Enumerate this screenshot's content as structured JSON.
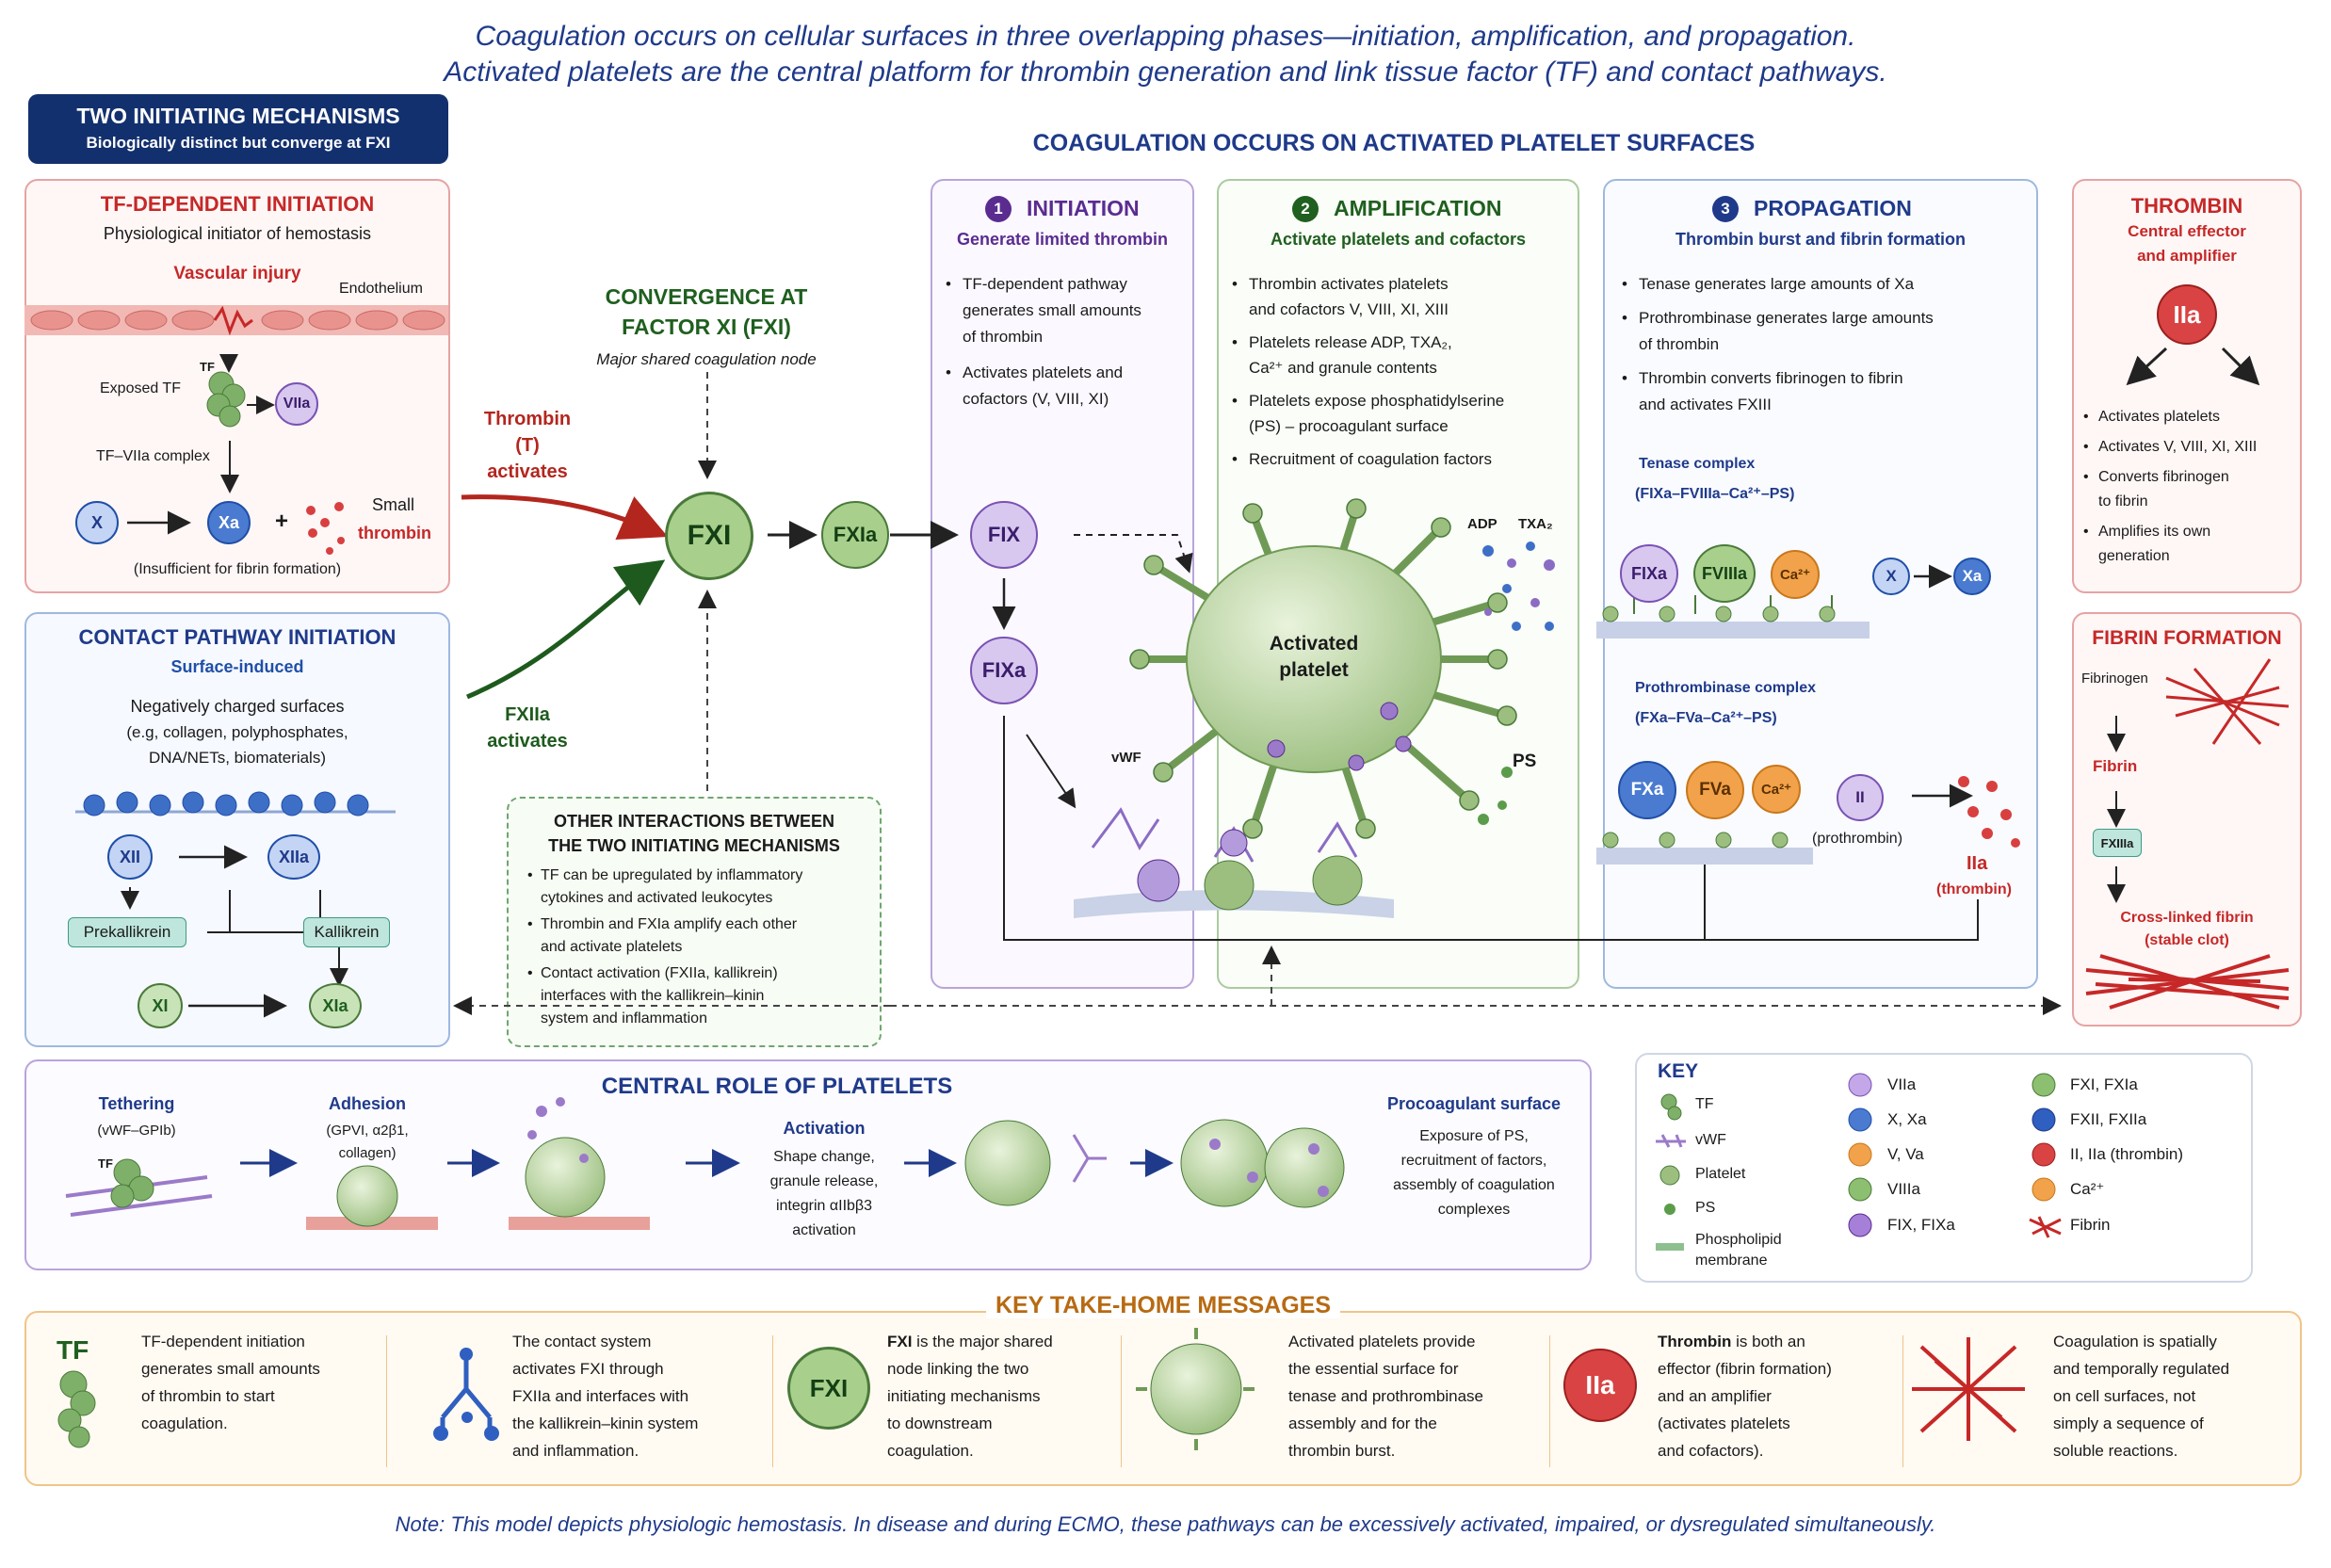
{
  "header": {
    "line1": "Coagulation occurs on cellular surfaces in three overlapping phases—initiation, amplification, and propagation.",
    "line2": "Activated platelets are the central platform for thrombin generation and link tissue factor (TF) and contact pathways."
  },
  "badge": {
    "title": "TWO INITIATING MECHANISMS",
    "subtitle": "Biologically distinct but converge at FXI"
  },
  "surfaces_title": "COAGULATION OCCURS ON ACTIVATED PLATELET SURFACES",
  "tf_panel": {
    "title": "TF-DEPENDENT INITIATION",
    "subtitle": "Physiological initiator of hemostasis",
    "vascular": "Vascular injury",
    "endothelium": "Endothelium",
    "tf_small": "TF",
    "exposed": "Exposed TF",
    "viia": "VIIa",
    "complex": "TF–VIIa complex",
    "x": "X",
    "xa": "Xa",
    "plus": "+",
    "small": "Small",
    "thrombin": "thrombin",
    "note": "(Insufficient for fibrin formation)"
  },
  "contact_panel": {
    "title": "CONTACT PATHWAY INITIATION",
    "subtitle": "Surface-induced",
    "desc1": "Negatively charged surfaces",
    "desc2": "(e.g, collagen, polyphosphates,",
    "desc3": "DNA/NETs, biomaterials)",
    "xii": "XII",
    "xiia": "XIIa",
    "prekallikrein": "Prekallikrein",
    "kallikrein": "Kallikrein",
    "xi": "XI",
    "xia": "XIa"
  },
  "convergence": {
    "title1": "CONVERGENCE AT",
    "title2": "FACTOR XI (FXI)",
    "subtitle": "Major shared coagulation node",
    "thrombin1": "Thrombin",
    "thrombin2": "(T)",
    "thrombin3": "activates",
    "fxiia1": "FXIIa",
    "fxiia2": "activates",
    "fxi": "FXI",
    "fxia": "FXIa",
    "fix": "FIX",
    "fixa": "FIXa"
  },
  "other_box": {
    "title1": "OTHER INTERACTIONS BETWEEN",
    "title2": "THE TWO INITIATING MECHANISMS",
    "items": [
      [
        "TF can be upregulated by inflammatory",
        "cytokines and activated leukocytes"
      ],
      [
        "Thrombin and FXIa amplify each other",
        "and activate platelets"
      ],
      [
        "Contact activation (FXIIa, kallikrein)",
        "interfaces with the kallikrein–kinin",
        "system and inflammation"
      ]
    ]
  },
  "initiation": {
    "num": "1",
    "title": "INITIATION",
    "subtitle": "Generate limited thrombin",
    "items": [
      [
        "TF-dependent pathway",
        "generates small amounts",
        "of thrombin"
      ],
      [
        "Activates platelets and",
        "cofactors (V, VIII, XI)"
      ]
    ]
  },
  "amplification": {
    "num": "2",
    "title": "AMPLIFICATION",
    "subtitle": "Activate platelets and cofactors",
    "items": [
      [
        "Thrombin activates platelets",
        "and cofactors V, VIII, XI, XIII"
      ],
      [
        "Platelets release ADP, TXA₂,",
        "Ca²⁺ and granule contents"
      ],
      [
        "Platelets expose phosphatidylserine",
        "(PS) – procoagulant surface"
      ],
      [
        "Recruitment of coagulation factors"
      ]
    ],
    "adp": "ADP",
    "txa2": "TXA₂",
    "platelet1": "Activated",
    "platelet2": "platelet",
    "vwf": "vWF",
    "ps": "PS"
  },
  "propagation": {
    "num": "3",
    "title": "PROPAGATION",
    "subtitle": "Thrombin burst and fibrin formation",
    "items": [
      [
        "Tenase generates large amounts of Xa"
      ],
      [
        "Prothrombinase generates large amounts",
        "of thrombin"
      ],
      [
        "Thrombin converts fibrinogen to fibrin",
        "and activates FXIII"
      ]
    ],
    "tenase_title": "Tenase complex",
    "tenase_formula": "(FIXa–FVIIIa–Ca²⁺–PS)",
    "fixa": "FIXa",
    "fviiia": "FVIIIa",
    "ca": "Ca²⁺",
    "x": "X",
    "xa": "Xa",
    "pro_title": "Prothrombinase complex",
    "pro_formula": "(FXa–FVa–Ca²⁺–PS)",
    "fxa": "FXa",
    "fva": "FVa",
    "ii": "II",
    "prothrombin": "(prothrombin)",
    "iia": "IIa",
    "iia_sub": "(thrombin)"
  },
  "thrombin_panel": {
    "title": "THROMBIN",
    "sub1": "Central effector",
    "sub2": "and amplifier",
    "iia": "IIa",
    "items": [
      [
        "Activates platelets"
      ],
      [
        "Activates V, VIII, XI, XIII"
      ],
      [
        "Converts fibrinogen",
        "to fibrin"
      ],
      [
        "Amplifies its own",
        "generation"
      ]
    ]
  },
  "fibrin_panel": {
    "title": "FIBRIN FORMATION",
    "fibrinogen": "Fibrinogen",
    "fibrin": "Fibrin",
    "fxiiia": "FXIIIa",
    "crosslinked1": "Cross-linked fibrin",
    "crosslinked2": "(stable clot)"
  },
  "platelets_row": {
    "title": "CENTRAL ROLE OF PLATELETS",
    "tethering": "Tethering",
    "tethering_sub": "(vWF–GPIb)",
    "tf_tag": "TF",
    "adhesion": "Adhesion",
    "adhesion_sub1": "(GPVI, α2β1,",
    "adhesion_sub2": "collagen)",
    "activation": "Activation",
    "activation_sub": [
      "Shape change,",
      "granule release,",
      "integrin αIIbβ3",
      "activation"
    ],
    "procoag": "Procoagulant surface",
    "procoag_sub": [
      "Exposure of PS,",
      "recruitment of factors,",
      "assembly of coagulation",
      "complexes"
    ]
  },
  "key": {
    "title": "KEY",
    "col1": [
      "TF",
      "vWF",
      "Platelet",
      "PS",
      "Phospholipid"
    ],
    "membrane": "membrane",
    "col2": [
      "VIIa",
      "X, Xa",
      "V, Va",
      "VIIIa",
      "FIX, FIXa"
    ],
    "col3": [
      "FXI, FXIa",
      "FXII, FXIIa",
      "II, IIa (thrombin)",
      "Ca²⁺",
      "Fibrin"
    ]
  },
  "takehome": {
    "title": "KEY TAKE-HOME MESSAGES",
    "tf": "TF",
    "fxi": "FXI",
    "iia": "IIa",
    "m1": [
      "TF-dependent initiation",
      "generates small amounts",
      "of thrombin to start",
      "coagulation."
    ],
    "m2": [
      "The contact system",
      "activates FXI through",
      "FXIIa and interfaces with",
      "the kallikrein–kinin system",
      "and inflammation."
    ],
    "m3_bold": "FXI",
    "m3": [
      " is the major shared",
      "node linking the two",
      "initiating mechanisms",
      "to downstream",
      "coagulation."
    ],
    "m4": [
      "Activated platelets provide",
      "the essential surface for",
      "tenase and prothrombinase",
      "assembly and for the",
      "thrombin burst."
    ],
    "m5_bold": "Thrombin",
    "m5": [
      " is both an",
      "effector (fibrin formation)",
      "and an amplifier",
      "(activates platelets",
      "and cofactors)."
    ],
    "m6": [
      "Coagulation is spatially",
      "and temporally regulated",
      "on cell surfaces, not",
      "simply a sequence of",
      "soluble reactions."
    ]
  },
  "note": "Note: This model depicts physiologic hemostasis. In disease and during ECMO, these pathways can be excessively activated, impaired, or dysregulated simultaneously.",
  "colors": {
    "navy": "#13306e",
    "red": "#c62828",
    "blue": "#1f4fa8",
    "green": "#1f5f1f",
    "purple": "#5b2c90",
    "orange": "#e08a1a"
  }
}
